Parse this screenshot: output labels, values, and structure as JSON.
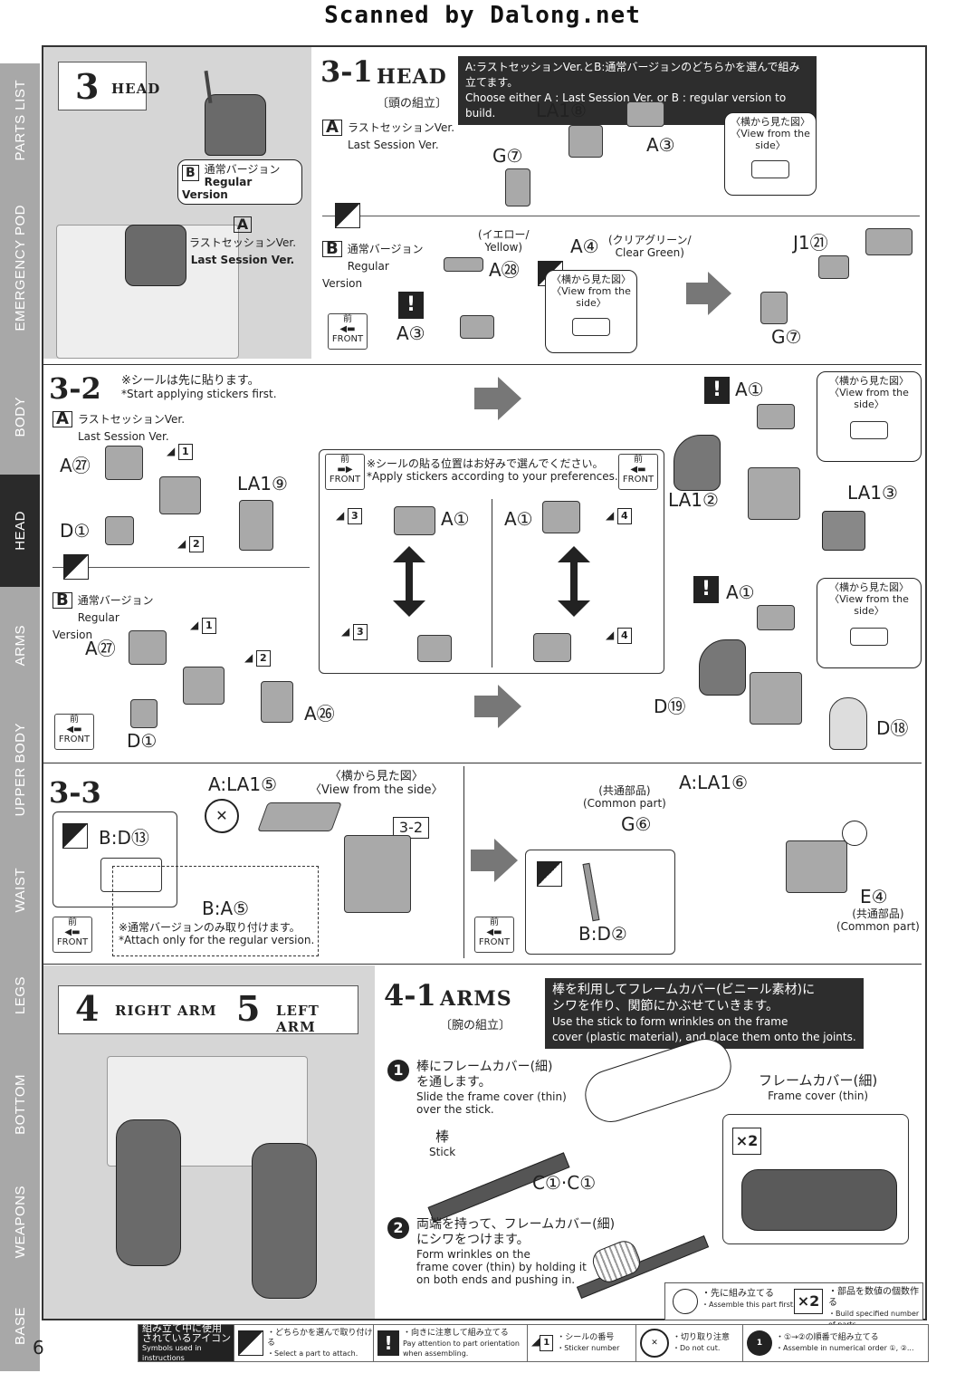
{
  "scan_credit": "Scanned by Dalong.net",
  "page_number": "6",
  "sidebar": [
    {
      "label": "PARTS LIST",
      "active": false
    },
    {
      "label": "EMERGENCY POD",
      "active": false
    },
    {
      "label": "BODY",
      "active": false
    },
    {
      "label": "HEAD",
      "active": true
    },
    {
      "label": "ARMS",
      "active": false
    },
    {
      "label": "UPPER BODY",
      "active": false
    },
    {
      "label": "WAIST",
      "active": false
    },
    {
      "label": "LEGS",
      "active": false
    },
    {
      "label": "BOTTOM",
      "active": false
    },
    {
      "label": "WEAPONS",
      "active": false
    },
    {
      "label": "BASE",
      "active": false
    }
  ],
  "sec3": {
    "number": "3",
    "title": "HEAD",
    "callout_b_jp": "通常バージョン",
    "callout_b_en": "Regular Version",
    "callout_a_jp": "ラストセッションVer.",
    "callout_a_en": "Last Session Ver."
  },
  "s31": {
    "number": "3-1",
    "title": "HEAD",
    "subtitle": "〔頭の組立〕",
    "choose_jp": "A:ラストセッションVer.とB:通常バージョンのどちらかを選んで組み立てます。",
    "choose_en": "Choose either A : Last Session Ver. or B : regular version to build.",
    "a_jp": "ラストセッションVer.",
    "a_en": "Last Session Ver.",
    "b_jp": "通常バージョン",
    "b_en": "Regular Version",
    "side_jp": "〈横から見た図〉",
    "side_en": "〈View from the side〉",
    "yellow_jp": "(イエロー/",
    "yellow_en": "Yellow)",
    "cg_jp": "(クリアグリーン/",
    "cg_en": "Clear Green)",
    "parts": {
      "la18": "LA1⑧",
      "g7": "G⑦",
      "a3": "A③",
      "a28": "A㉘",
      "a4": "A④",
      "j121": "J1㉑",
      "a3b": "A③",
      "g7b": "G⑦"
    }
  },
  "s32": {
    "number": "3-2",
    "note_jp": "※シールは先に貼ります。",
    "note_en": "*Start applying stickers first.",
    "a_jp": "ラストセッションVer.",
    "a_en": "Last Session Ver.",
    "b_jp": "通常バージョン",
    "b_en": "Regular Version",
    "pref_jp": "※シールの貼る位置はお好みで選んでください。",
    "pref_en": "*Apply stickers according to your preferences.",
    "side_jp": "〈横から見た図〉",
    "side_en": "〈View from the side〉",
    "parts": {
      "a27": "A㉗",
      "d1": "D①",
      "la19": "LA1⑨",
      "a27b": "A㉗",
      "d1b": "D①",
      "a26": "A㉖",
      "a1a": "A①",
      "a1b": "A①",
      "a1c": "A①",
      "a1d": "A①",
      "la12": "LA1②",
      "la13": "LA1③",
      "d19": "D⑲",
      "d18": "D⑱"
    },
    "stickers": [
      "1",
      "2",
      "3",
      "4",
      "3",
      "4",
      "1",
      "2"
    ]
  },
  "s33": {
    "number": "3-3",
    "a_la15": "A:LA1⑤",
    "side_jp": "〈横から見た図〉",
    "side_en": "〈View from the side〉",
    "bd13": "B:D⑬",
    "ba5": "B:A⑤",
    "ref": "3-2",
    "reg_jp": "※通常バージョンのみ取り付けます。",
    "reg_en": "*Attach only for the regular version.",
    "common_jp": "(共通部品)",
    "common_en": "(Common part)",
    "g6": "G⑥",
    "a_la16": "A:LA1⑥",
    "bd2": "B:D②",
    "e4": "E④",
    "common_jp2": "(共通部品)",
    "common_en2": "(Common part)"
  },
  "sec45": {
    "num4": "4",
    "title4": "RIGHT ARM",
    "num5": "5",
    "title5": "LEFT ARM"
  },
  "s41": {
    "number": "4-1",
    "title": "ARMS",
    "subtitle": "〔腕の組立〕",
    "info_jp1": "棒を利用してフレームカバー(ビニール素材)に",
    "info_jp2": "シワを作り、関節にかぶせていきます。",
    "info_en1": "Use the stick to form wrinkles on the frame",
    "info_en2": "cover (plastic material), and place them onto the joints.",
    "step1_jp1": "棒にフレームカバー(細)",
    "step1_jp2": "を通します。",
    "step1_en1": "Slide the frame cover (thin)",
    "step1_en2": "over the stick.",
    "stick_jp": "棒",
    "stick_en": "Stick",
    "cover_jp": "フレームカバー(細)",
    "cover_en": "Frame cover (thin)",
    "c1c1": "C①·C①",
    "x2": "×2",
    "step2_jp1": "両端を持って、フレームカバー(細)",
    "step2_jp2": "にシワをつけます。",
    "step2_en1": "Form wrinkles on the",
    "step2_en2": "frame cover (thin) by holding it",
    "step2_en3": "on both ends and pushing in."
  },
  "legend_side": {
    "build_first_jp": "・先に組み立てる",
    "build_first_en": "・Assemble this part first.",
    "multiple_jp": "・部品を数値の個数作る",
    "multiple_en": "・Build specified number of parts.",
    "x2": "×2"
  },
  "legend": {
    "title_jp1": "組み立て中に使用",
    "title_jp2": "されているアイコン",
    "title_en": "Symbols used in instructions",
    "select_jp": "・どちらかを選んで取り付ける",
    "select_en": "・Select a part to attach.",
    "attention_jp": "・向きに注意して組み立てる",
    "attention_en1": "Pay attention to part orientation",
    "attention_en2": "when assembling.",
    "sticker_jp": "・シールの番号",
    "sticker_en": "・Sticker number",
    "cut_jp": "・切り取り注意",
    "cut_en": "・Do not cut.",
    "order_jp": "・①→②の順番で組み立てる",
    "order_en": "・Assemble in numerical order ①, ②..."
  }
}
